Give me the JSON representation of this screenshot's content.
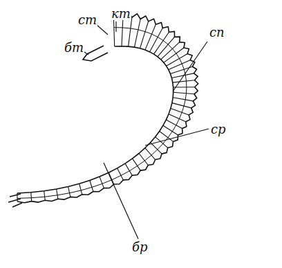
{
  "diagram": {
    "labels": [
      "кт",
      "ст",
      "бт",
      "сп",
      "ср",
      "бр"
    ]
  }
}
